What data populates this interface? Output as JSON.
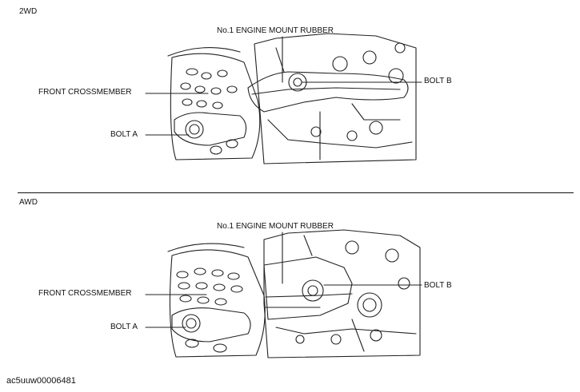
{
  "sections": [
    {
      "tag": "2WD",
      "labels": {
        "engine_mount": "No.1 ENGINE MOUNT RUBBER",
        "front_crossmember": "FRONT CROSSMEMBER",
        "bolt_a": "BOLT A",
        "bolt_b": "BOLT B"
      }
    },
    {
      "tag": "AWD",
      "labels": {
        "engine_mount": "No.1 ENGINE MOUNT RUBBER",
        "front_crossmember": "FRONT CROSSMEMBER",
        "bolt_a": "BOLT A",
        "bolt_b": "BOLT B"
      }
    }
  ],
  "figure_code": "ac5uuw00006481"
}
